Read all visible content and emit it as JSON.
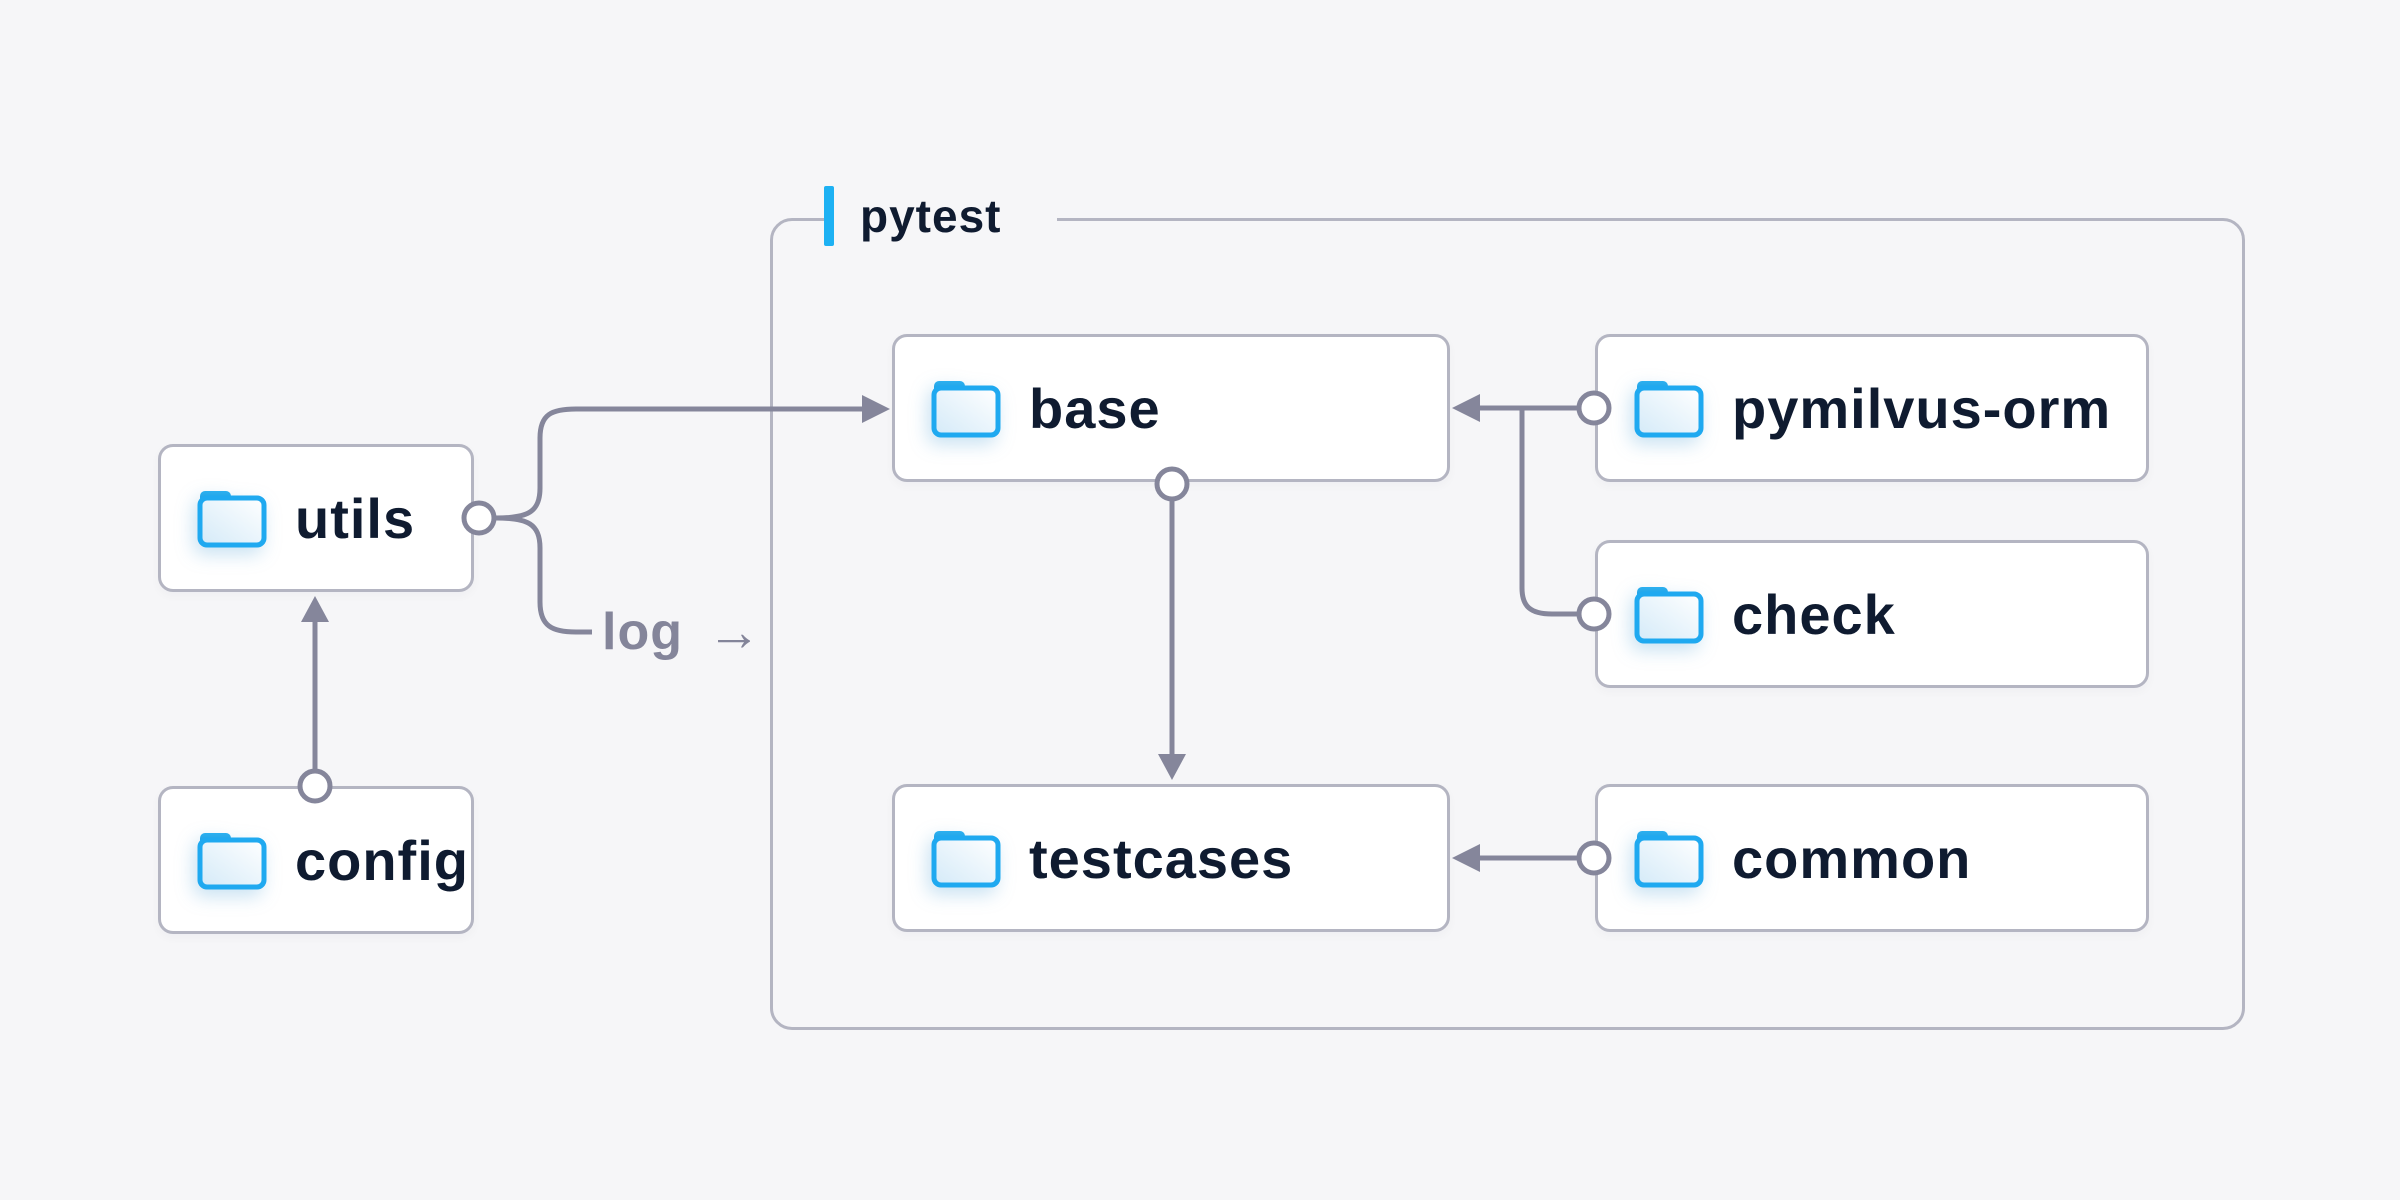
{
  "group": {
    "label": "pytest"
  },
  "nodes": {
    "utils": {
      "label": "utils"
    },
    "config": {
      "label": "config"
    },
    "base": {
      "label": "base"
    },
    "pymilvus-orm": {
      "label": "pymilvus-orm"
    },
    "check": {
      "label": "check"
    },
    "testcases": {
      "label": "testcases"
    },
    "common": {
      "label": "common"
    }
  },
  "edge_label": {
    "text": "log",
    "arrow": "→"
  },
  "edges": [
    {
      "from": "config",
      "to": "utils"
    },
    {
      "from": "utils",
      "to": "base"
    },
    {
      "from": "utils",
      "to": "pytest-group",
      "label": "log"
    },
    {
      "from": "pymilvus-orm",
      "to": "base"
    },
    {
      "from": "check",
      "to": "base"
    },
    {
      "from": "base",
      "to": "testcases"
    },
    {
      "from": "common",
      "to": "testcases"
    }
  ],
  "colors": {
    "background": "#f6f6f8",
    "node_background": "#ffffff",
    "node_border": "#b4b5c2",
    "wire": "#85869b",
    "text": "#0f1b30",
    "edge_label_text": "#84859a",
    "accent_blue": "#1db1f3",
    "folder_outline": "#1fa9f0"
  }
}
